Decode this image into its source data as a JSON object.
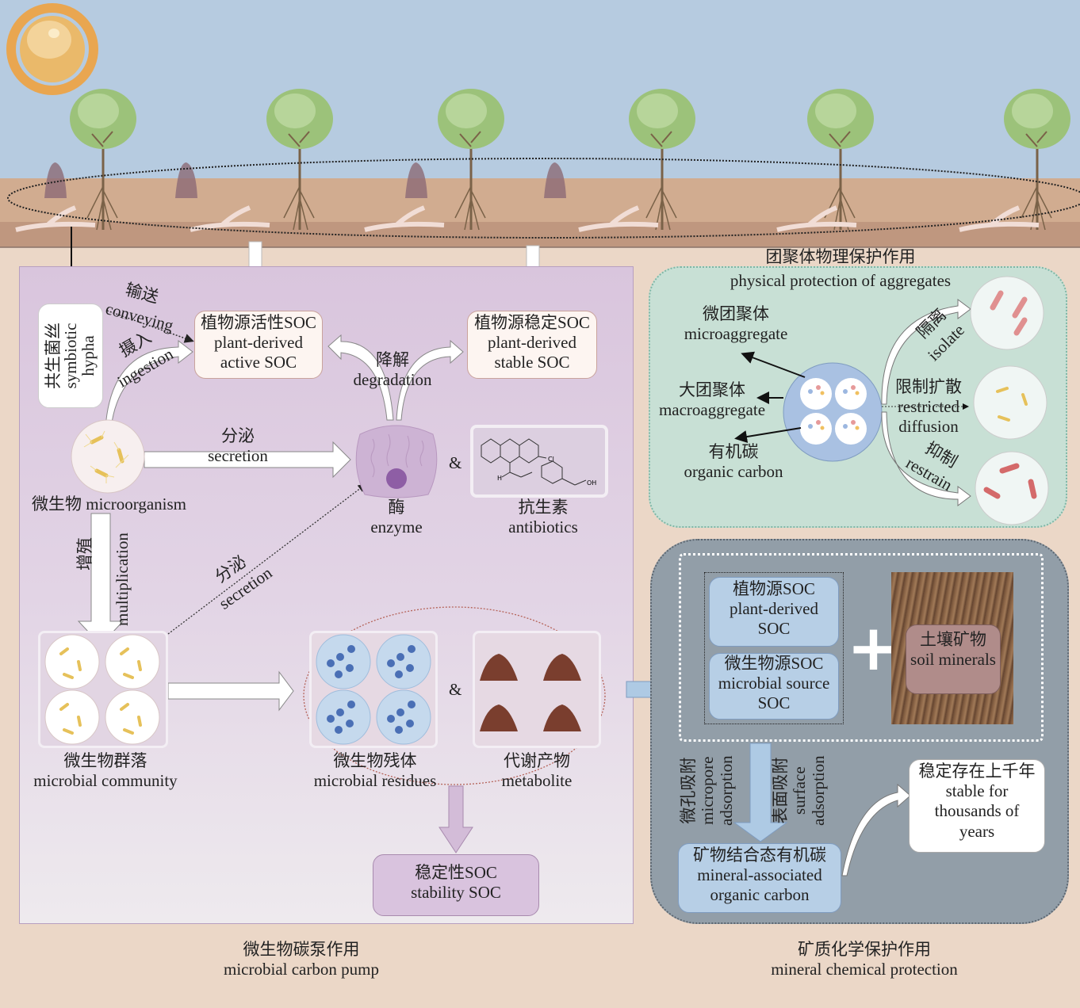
{
  "landscape": {
    "description": "Soil landscape with sun, trees, roots, hyphae and soil layers"
  },
  "microbial_pump": {
    "hypha": {
      "zh": "共生菌丝",
      "en1": "symbiotic",
      "en2": "hypha"
    },
    "conveying": {
      "zh": "输送",
      "en": "conveying"
    },
    "ingestion": {
      "zh": "摄入",
      "en": "ingestion"
    },
    "active_soc": {
      "zh": "植物源活性SOC",
      "en1": "plant-derived",
      "en2": "active SOC"
    },
    "stable_soc": {
      "zh": "植物源稳定SOC",
      "en1": "plant-derived",
      "en2": "stable SOC"
    },
    "degradation": {
      "zh": "降解",
      "en": "degradation"
    },
    "secretion1": {
      "zh": "分泌",
      "en": "secretion"
    },
    "microorganism": {
      "zh": "微生物",
      "en": "microorganism"
    },
    "enzyme": {
      "zh": "酶",
      "en": "enzyme"
    },
    "ampersand": "&",
    "antibiotics": {
      "zh": "抗生素",
      "en": "antibiotics"
    },
    "multiplication": {
      "zh": "增殖",
      "en": "multiplication"
    },
    "secretion2": {
      "zh": "分泌",
      "en": "secretion"
    },
    "community": {
      "zh": "微生物群落",
      "en": "microbial community"
    },
    "residues": {
      "zh": "微生物残体",
      "en": "microbial residues"
    },
    "metabolite": {
      "zh": "代谢产物",
      "en": "metabolite"
    },
    "stability": {
      "zh": "稳定性SOC",
      "en": "stability SOC"
    },
    "caption": {
      "zh": "微生物碳泵作用",
      "en": "microbial carbon pump"
    }
  },
  "aggregates": {
    "title_zh": "团聚体物理保护作用",
    "title_en": "physical protection of aggregates",
    "micro": {
      "zh": "微团聚体",
      "en": "microaggregate"
    },
    "macro": {
      "zh": "大团聚体",
      "en": "macroaggregate"
    },
    "carbon": {
      "zh": "有机碳",
      "en": "organic carbon"
    },
    "isolate": {
      "zh": "隔离",
      "en": "isolate"
    },
    "restricted": {
      "zh": "限制扩散",
      "en1": "restricted",
      "en2": "diffusion"
    },
    "restrain": {
      "zh": "抑制",
      "en": "restrain"
    }
  },
  "mineral": {
    "plant_soc": {
      "zh": "植物源SOC",
      "en1": "plant-derived",
      "en2": "SOC"
    },
    "microbial_soc": {
      "zh": "微生物源SOC",
      "en1": "microbial source",
      "en2": "SOC"
    },
    "plus": "+",
    "soil_minerals": {
      "zh": "土壤矿物",
      "en": "soil minerals"
    },
    "micropore": {
      "zh": "微孔吸附",
      "en1": "micropore",
      "en2": "adsorption"
    },
    "surface": {
      "zh": "表面吸附",
      "en1": "surface",
      "en2": "adsorption"
    },
    "maoc": {
      "zh": "矿物结合态有机碳",
      "en1": "mineral-associated",
      "en2": "organic carbon"
    },
    "stable": {
      "zh": "稳定存在上千年",
      "en1": "stable for",
      "en2": "thousands of",
      "en3": "years"
    },
    "caption": {
      "zh": "矿质化学保护作用",
      "en": "mineral chemical protection"
    }
  }
}
